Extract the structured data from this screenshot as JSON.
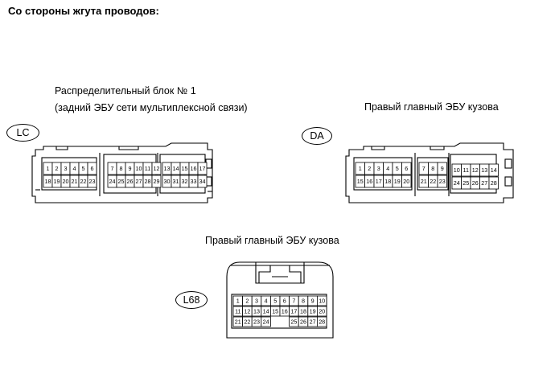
{
  "header": {
    "title": "Со стороны жгута проводов:"
  },
  "lc": {
    "caption1": "Распределительный блок № 1",
    "caption2": "(задний ЭБУ сети мультиплексной связи)",
    "code": "LC",
    "pins_row1": [
      "1",
      "2",
      "3",
      "4",
      "5",
      "6",
      "7",
      "8",
      "9",
      "10",
      "11",
      "12",
      "13",
      "14",
      "15",
      "16",
      "17"
    ],
    "pins_row2": [
      "18",
      "19",
      "20",
      "21",
      "22",
      "23",
      "24",
      "25",
      "26",
      "27",
      "28",
      "29",
      "30",
      "31",
      "32",
      "33",
      "34"
    ]
  },
  "da": {
    "caption": "Правый главный ЭБУ кузова",
    "code": "DA",
    "pins_row1": [
      "1",
      "2",
      "3",
      "4",
      "5",
      "6",
      "7",
      "8",
      "9",
      "10",
      "11",
      "12",
      "13",
      "14"
    ],
    "pins_row2": [
      "15",
      "16",
      "17",
      "18",
      "19",
      "20",
      "21",
      "22",
      "23",
      "24",
      "25",
      "26",
      "27",
      "28"
    ]
  },
  "l68": {
    "caption": "Правый главный ЭБУ кузова",
    "code": "L68",
    "pins_row1": [
      "1",
      "2",
      "3",
      "4",
      "5",
      "6",
      "7",
      "8",
      "9",
      "10"
    ],
    "pins_row2": [
      "11",
      "12",
      "13",
      "14",
      "15",
      "16",
      "17",
      "18",
      "19",
      "20"
    ],
    "pins_row3": [
      "21",
      "22",
      "23",
      "24",
      "25",
      "26",
      "27",
      "28"
    ]
  }
}
